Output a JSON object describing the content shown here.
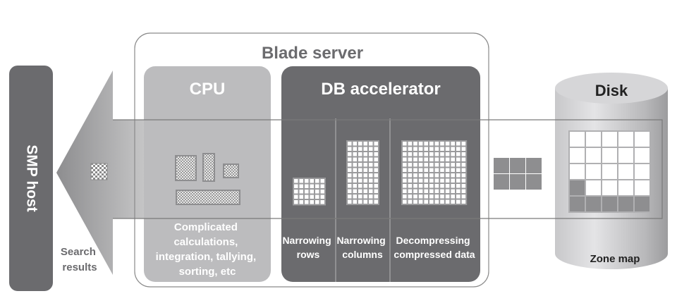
{
  "smp_host": {
    "label": "SMP host"
  },
  "search_results": {
    "line1": "Search",
    "line2": "results"
  },
  "blade_server": {
    "title": "Blade server"
  },
  "cpu": {
    "title": "CPU",
    "desc_lines": [
      "Complicated",
      "calculations,",
      "integration, tallying,",
      "sorting, etc"
    ]
  },
  "db_accelerator": {
    "title": "DB accelerator",
    "stages": [
      {
        "line1": "Narrowing",
        "line2": "rows"
      },
      {
        "line1": "Narrowing",
        "line2": "columns"
      },
      {
        "line1": "Decompressing",
        "line2": "compressed data"
      }
    ]
  },
  "disk": {
    "title": "Disk",
    "caption": "Zone map"
  },
  "colors": {
    "dark": "#6b6b6e",
    "cpu": "#bcbcbe",
    "outline": "#8a8a8a",
    "block": "#8e8e90",
    "text_light": "#ffffff",
    "text_dark": "#222222",
    "text_muted": "#6b6b6e"
  }
}
